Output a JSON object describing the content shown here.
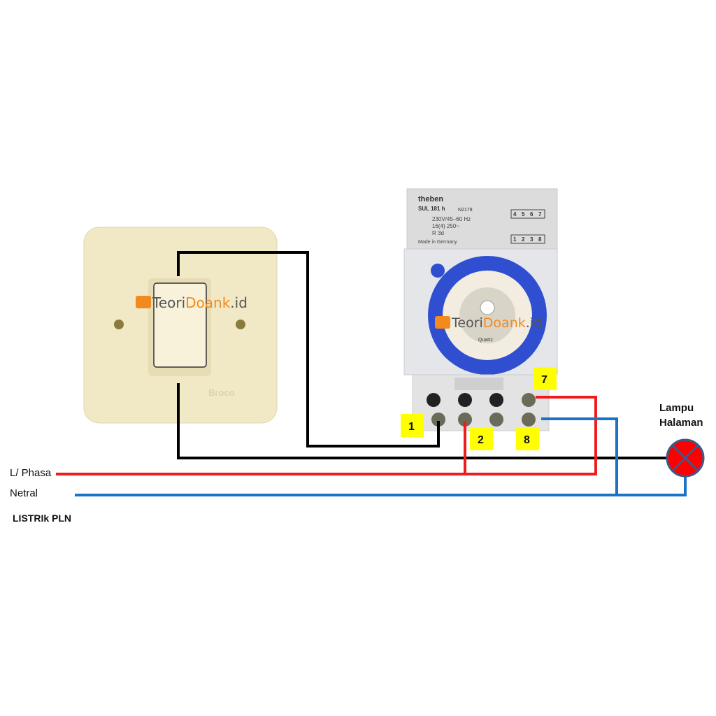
{
  "switch": {
    "brand": "Broco"
  },
  "watermark": {
    "text_a": "Teori",
    "text_b": "Doank",
    "text_c": ".id"
  },
  "timer": {
    "brand": "theben",
    "model": "SUL 181 h",
    "code": "N2178",
    "rating1": "230V/45–60 Hz",
    "rating2": "16(4) 250~",
    "rating3": "R 3d",
    "made_in": "Made in Germany",
    "terminals_top": [
      "4",
      "5",
      "6",
      "7"
    ],
    "terminals_bottom": [
      "1",
      "2",
      "3",
      "8"
    ],
    "dial_label": "Quartz"
  },
  "terminal_labels": {
    "t1": "1",
    "t2": "2",
    "t7": "7",
    "t8": "8"
  },
  "lamp": {
    "label_line1": "Lampu",
    "label_line2": "Halaman"
  },
  "supply": {
    "phase": "L/ Phasa",
    "neutral": "Netral",
    "source": "LISTRIk PLN"
  },
  "colors": {
    "phase": "#ee1c1c",
    "neutral": "#1a73c6",
    "switched": "#000000",
    "label_bg": "#ffff00",
    "lamp": "#ff0000"
  }
}
